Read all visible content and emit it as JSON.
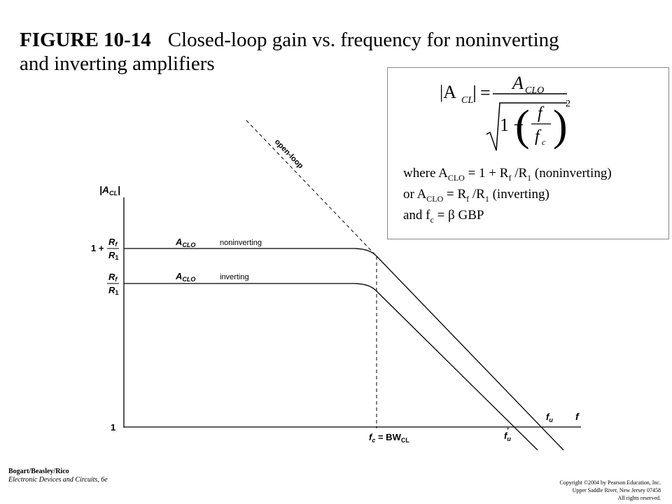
{
  "title": {
    "figure_number": "FIGURE 10-14",
    "caption_line1": "Closed-loop gain vs. frequency for noninverting",
    "caption_line2": "and inverting amplifiers"
  },
  "formula": {
    "lhs": "|A",
    "lhs_sub": "CL",
    "numerator": "A",
    "numerator_sub": "CLO",
    "den_one": "1 +",
    "den_f": "f",
    "den_fc": "f",
    "den_fc_sub": "c",
    "den_exp": "2"
  },
  "where": {
    "line1_pre": "where A",
    "line1_sub": "CLO",
    "line1_mid": " = 1 + R",
    "line1_sub2": "f",
    "line1_mid2": " /R",
    "line1_sub3": "1",
    "line1_post": " (noninverting)",
    "line2_pre": "or A",
    "line2_sub": "CLO",
    "line2_mid": " = R",
    "line2_sub2": "f",
    "line2_mid2": " /R",
    "line2_sub3": "1",
    "line2_post": " (inverting)",
    "line3_pre": "and f",
    "line3_sub": "c",
    "line3_post": " = β GBP"
  },
  "diagram": {
    "y_axis_label": "|A",
    "y_axis_label_sub": "CL",
    "y_axis_label_end": "|",
    "x_axis_label": "f",
    "tick_one": "1",
    "tick_noninv_prefix": "1 +",
    "tick_rf": "R",
    "tick_rf_sub": "f",
    "tick_r1": "R",
    "tick_r1_sub": "1",
    "open_loop_label": "open-loop",
    "noninv_gain_label": "A",
    "noninv_gain_sub": "CLO",
    "noninv_label": "noninverting",
    "inv_gain_label": "A",
    "inv_gain_sub": "CLO",
    "inv_label": "inverting",
    "fc_label": "f",
    "fc_sub": "c",
    "fc_eq": " = BW",
    "fc_eq_sub": "CL",
    "fu_label": "f",
    "fu_sub": "u",
    "fu_prime_label": "f",
    "fu_prime_sub": "u",
    "fu_prime_mark": "′"
  },
  "footer": {
    "authors": "Bogart/Beasley/Rico",
    "book": "Electronic Devices and Circuits, 6e",
    "copyright_line1": "Copyright ©2004 by Pearson Education, Inc.",
    "copyright_line2": "Upper Saddle River, New Jersey 07458",
    "copyright_line3": "All rights reserved."
  }
}
